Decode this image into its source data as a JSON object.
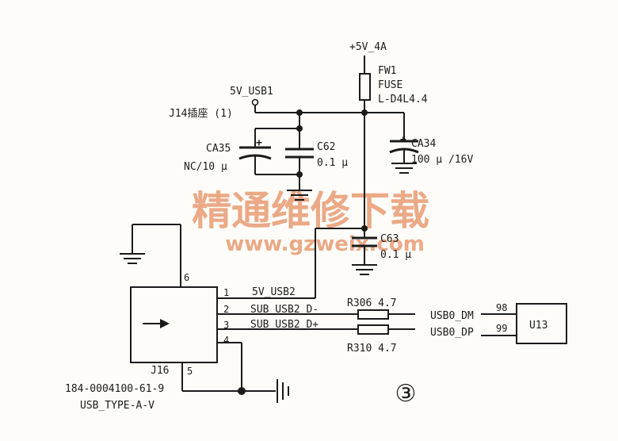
{
  "labels": {
    "vin": "+5V_4A",
    "fuse_ref": "FW1",
    "fuse_type": "FUSE",
    "fuse_part": "L-D4L4.4",
    "net_5v_usb1": "5V_USB1",
    "j14": "J14插座 (1)",
    "ca35_ref": "CA35",
    "ca35_val": "NC/10 μ",
    "c62_ref": "C62",
    "c62_val": "0.1 μ",
    "ca34_ref": "CA34",
    "ca34_val": "100 μ /16V",
    "c63_ref": "C63",
    "c63_val": "0.1 μ",
    "j16_ref": "J16",
    "j16_part": "184-0004100-61-9",
    "j16_type": "USB_TYPE-A-V",
    "net_5v_usb2": "5V_USB2",
    "net_dm": "SUB_USB2_D-",
    "net_dp": "SUB_USB2_D+",
    "r306": "R306  4.7",
    "r310": "R310  4.7",
    "usb0_dm": "USB0_DM",
    "usb0_dp": "USB0_DP",
    "u13": "U13",
    "figure_no": "③",
    "plus": "+"
  },
  "pins": {
    "p1": "1",
    "p2": "2",
    "p3": "3",
    "p4": "4",
    "p5": "5",
    "p6": "6",
    "p98": "98",
    "p99": "99"
  },
  "watermark": {
    "cn": "精通维修下载",
    "url": "www.gzweix.com",
    "color": "#eba986"
  }
}
